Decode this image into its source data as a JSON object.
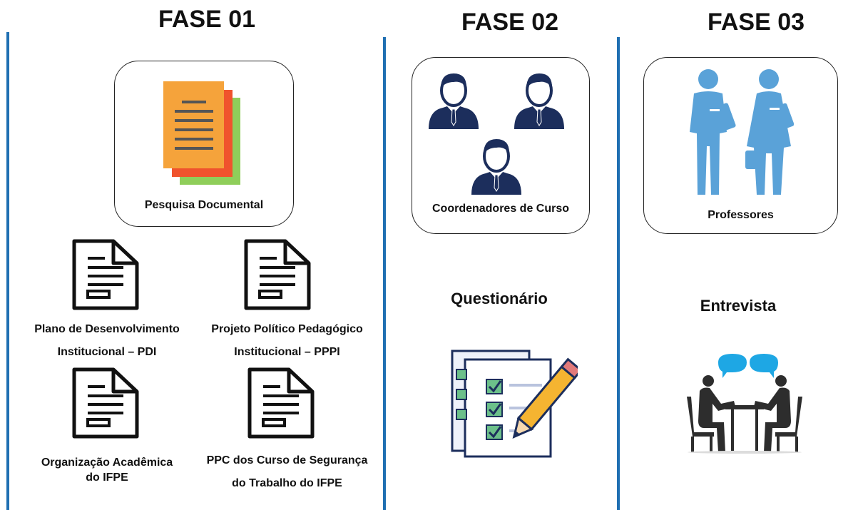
{
  "colors": {
    "divider": "#1f6fb2",
    "doc_orange": "#f5a33b",
    "doc_red": "#f0532d",
    "doc_green": "#8fce5a",
    "person_navy": "#1c2e5c",
    "prof_blue": "#5aa2d8"
  },
  "fase1": {
    "title": "FASE 01",
    "box_label": "Pesquisa Documental",
    "box_icon": "document-stack-icon",
    "docs": [
      {
        "line1": "Plano de Desenvolvimento",
        "line2": "Institucional – PDI",
        "icon": "document-icon"
      },
      {
        "line1": "Projeto Político Pedagógico",
        "line2": "Institucional – PPPI",
        "icon": "document-icon"
      },
      {
        "line1": "Organização Acadêmica",
        "line2": "do IFPE",
        "icon": "document-icon"
      },
      {
        "line1": "PPC dos Curso de Segurança",
        "line2": "do Trabalho do IFPE",
        "icon": "document-icon"
      }
    ]
  },
  "fase2": {
    "title": "FASE 02",
    "box_label": "Coordenadores de Curso",
    "box_icon": "people-group-icon",
    "method": "Questionário",
    "method_icon": "checklist-pencil-icon"
  },
  "fase3": {
    "title": "FASE 03",
    "box_label": "Professores",
    "box_icon": "teachers-icon",
    "method": "Entrevista",
    "method_icon": "interview-icon"
  }
}
